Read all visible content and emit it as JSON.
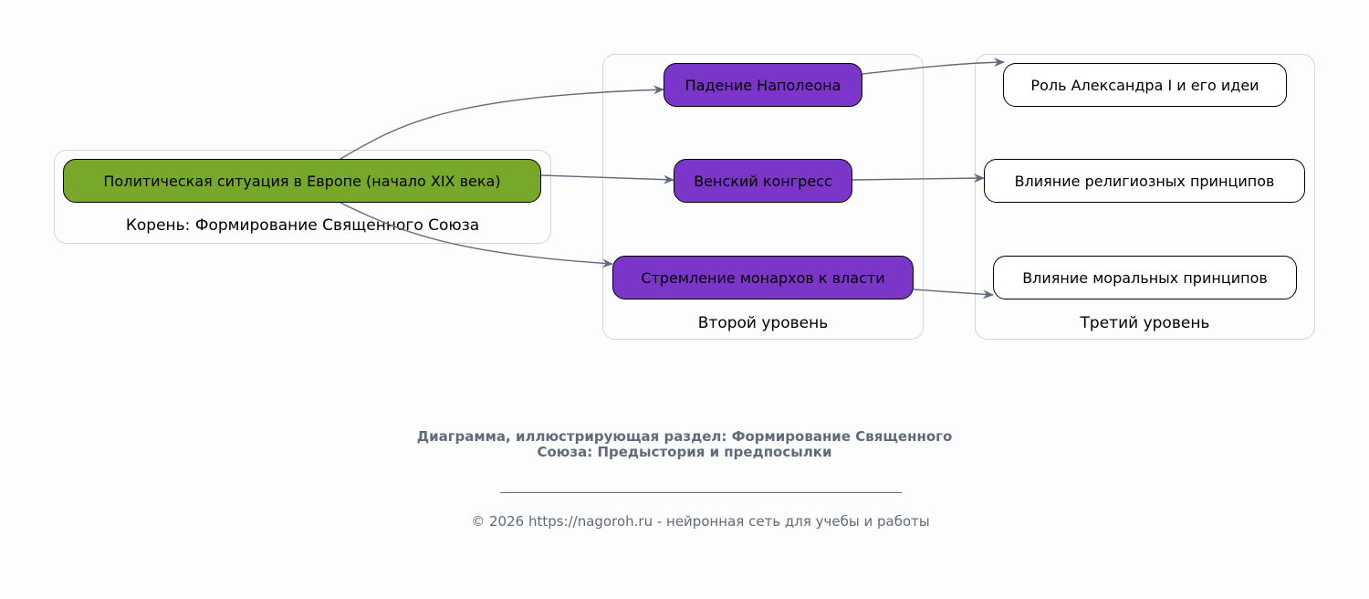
{
  "colors": {
    "root": "#77a82a",
    "level2": "#7b35c8",
    "level3": "#ffffff",
    "edge": "#5f6b7a"
  },
  "clusters": {
    "root": {
      "label": "Корень: Формирование Священного Союза",
      "nodes": [
        "Политическая ситуация в Европе (начало XIX века)"
      ]
    },
    "level2": {
      "label": "Второй уровень",
      "nodes": [
        "Падение Наполеона",
        "Венский конгресс",
        "Стремление монархов к власти"
      ]
    },
    "level3": {
      "label": "Третий уровень",
      "nodes": [
        "Роль Александра I и его идеи",
        "Влияние религиозных принципов",
        "Влияние моральных принципов"
      ]
    }
  },
  "caption": {
    "title": "Диаграмма, иллюстрирующая раздел: Формирование Священного Союза: Предыстория и предпосылки",
    "footer": "© 2026 https://nagoroh.ru - нейронная сеть для учебы и работы"
  }
}
